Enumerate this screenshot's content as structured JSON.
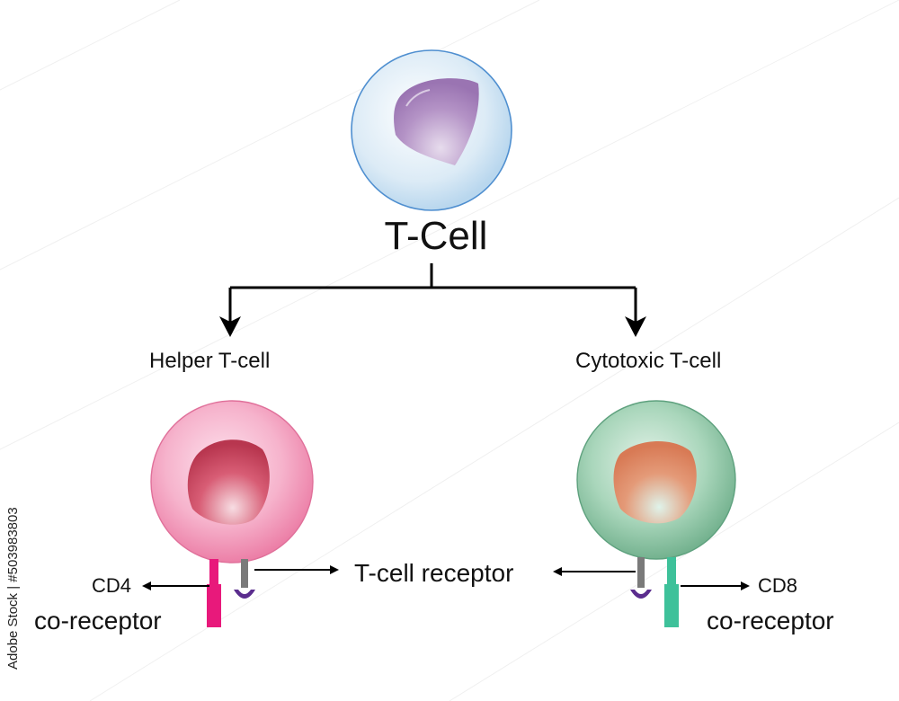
{
  "diagram": {
    "title": "T-Cell",
    "branches": [
      {
        "label": "Helper T-cell",
        "coreceptor": "CD4",
        "coreceptor_sub": "co-receptor"
      },
      {
        "label": "Cytotoxic T-cell",
        "coreceptor": "CD8",
        "coreceptor_sub": "co-receptor"
      }
    ],
    "receptor_label": "T-cell receptor"
  },
  "watermark": "Adobe Stock | #503983803",
  "colors": {
    "tcell_outer": "#cfe5f3",
    "tcell_nucleus": "#a985bd",
    "helper_outer": "#f08fb3",
    "helper_nucleus": "#c84a64",
    "cyto_outer": "#8ec6a4",
    "cyto_nucleus": "#dc8a68",
    "cd4_bar": "#e8197b",
    "cd8_bar": "#3ec19a",
    "tcr_stem": "#7a7a7a",
    "tcr_cup": "#5b2d8e"
  }
}
